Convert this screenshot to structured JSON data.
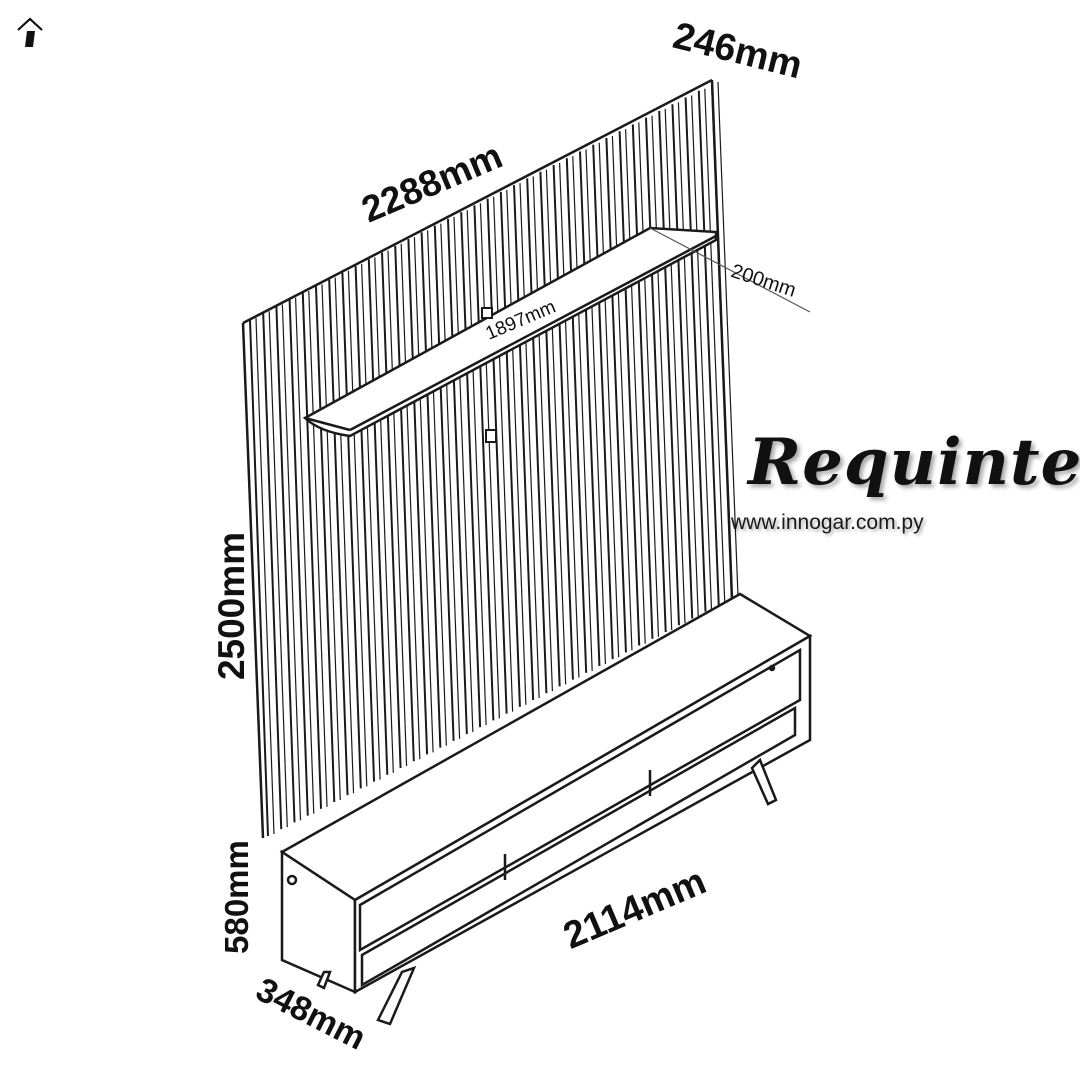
{
  "dimensions": {
    "panel_width": "2288mm",
    "panel_depth": "246mm",
    "panel_height": "2500mm",
    "shelf_width": "1897mm",
    "shelf_depth": "200mm",
    "rack_width": "2114mm",
    "rack_height": "580mm",
    "rack_depth": "348mm"
  },
  "brand": {
    "name": "Requinte",
    "url": "www.innogar.com.py"
  },
  "icons": {
    "logo": "house-i-logo-icon"
  },
  "colors": {
    "line": "#1a1a1a",
    "background": "#ffffff"
  }
}
